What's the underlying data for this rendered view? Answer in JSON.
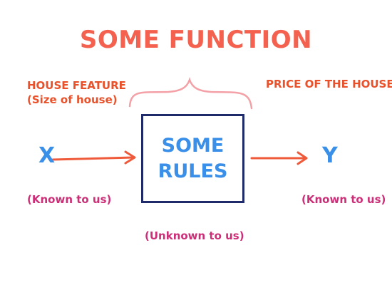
{
  "title": "SOME FUNCTION",
  "input": {
    "label_line1": "HOUSE FEATURE",
    "label_line2": "(Size of house)",
    "symbol": "X",
    "note": "(Known to us)"
  },
  "function_box": {
    "line1": "SOME",
    "line2": "RULES",
    "note": "(Unknown to us)"
  },
  "output": {
    "label": "PRICE OF THE HOUSE",
    "symbol": "Y",
    "note": "(Known to us)"
  },
  "colors": {
    "title": "#f4614f",
    "labels": "#e8512a",
    "symbols": "#3a8fe8",
    "notes": "#cc2f77",
    "box_border": "#1f2a6b",
    "arrows": "#ef5a3a",
    "brace": "#f3a0a6"
  }
}
